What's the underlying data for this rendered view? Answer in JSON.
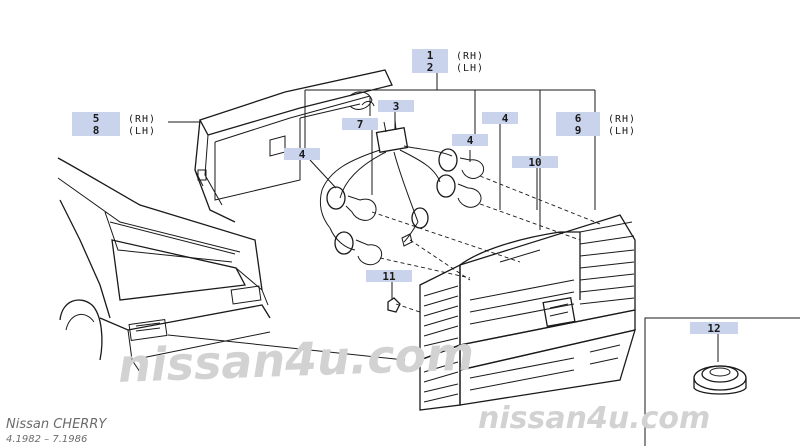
{
  "callouts": {
    "c1": {
      "num": "1",
      "side": "(RH)"
    },
    "c2": {
      "num": "2",
      "side": "(LH)"
    },
    "c3": {
      "num": "3"
    },
    "c4a": {
      "num": "4"
    },
    "c4b": {
      "num": "4"
    },
    "c4c": {
      "num": "4"
    },
    "c5": {
      "num": "5",
      "side": "(RH)"
    },
    "c6": {
      "num": "6",
      "side": "(RH)"
    },
    "c7": {
      "num": "7"
    },
    "c8": {
      "num": "8",
      "side": "(LH)"
    },
    "c9": {
      "num": "9",
      "side": "(LH)"
    },
    "c10": {
      "num": "10"
    },
    "c11": {
      "num": "11"
    },
    "c12": {
      "num": "12"
    }
  },
  "watermark": {
    "center": "nissan4u.com",
    "corner": "nissan4u.com"
  },
  "caption": {
    "model": "Nissan CHERRY",
    "dates": "4.1982 – 7.1986"
  },
  "colors": {
    "label_box": "#c9d3ec",
    "line": "#1a1a1a",
    "watermark": "#d2d2d2"
  }
}
